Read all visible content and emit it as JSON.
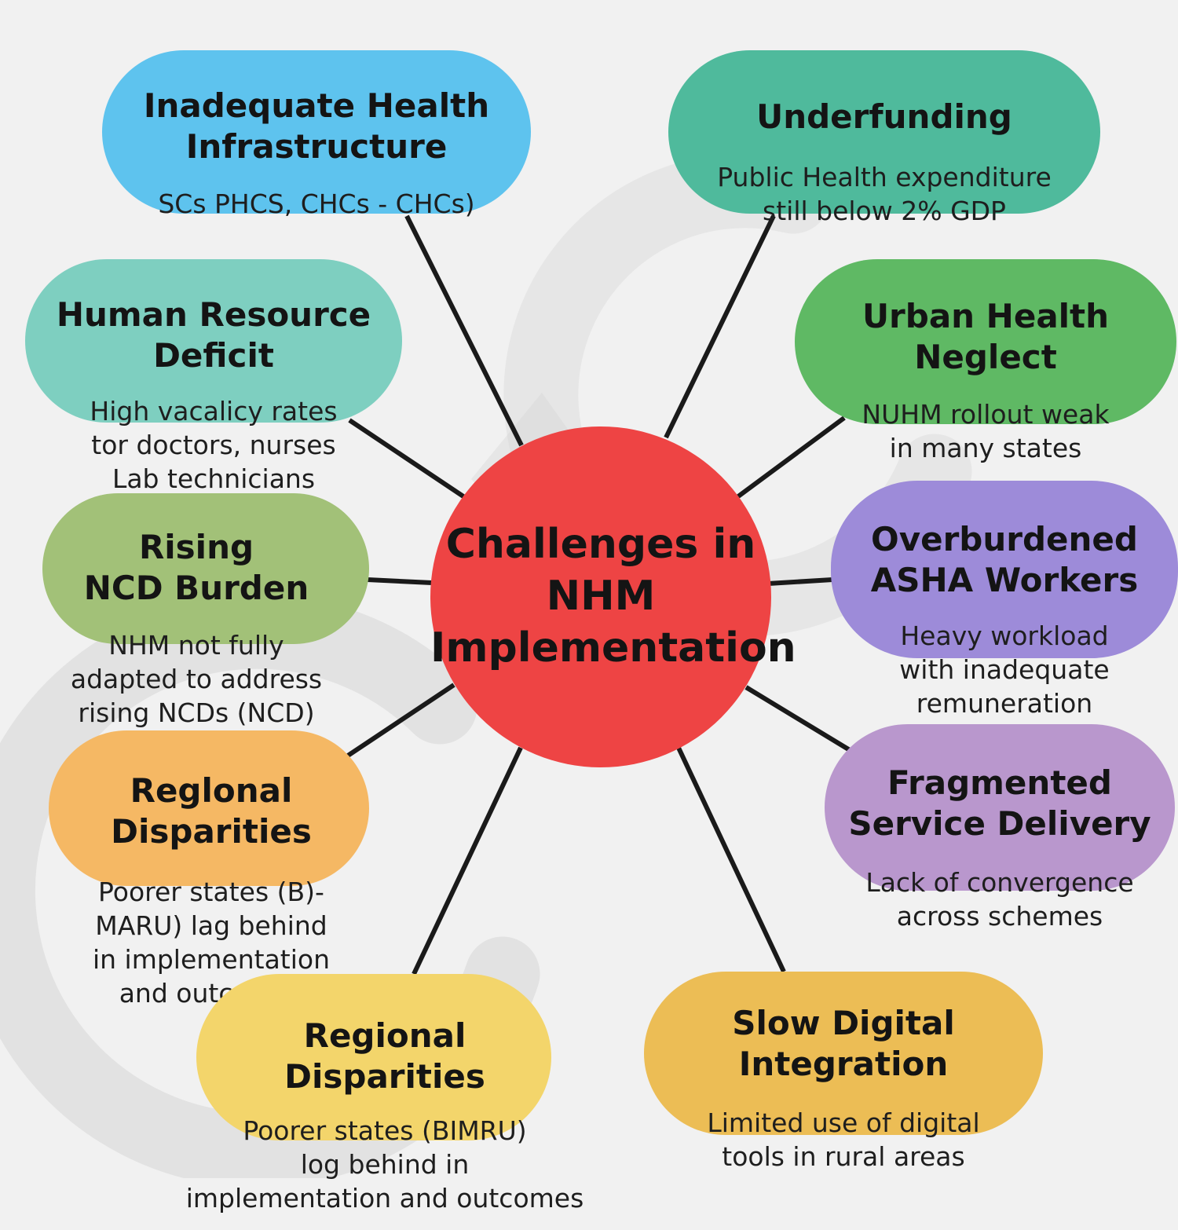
{
  "colors": {
    "background": "#f1f1f1",
    "center": "#ee4444",
    "connector": "#1a1a1a"
  },
  "center": {
    "title": "Challenges in\nNHM\nImplementation"
  },
  "nodes": [
    {
      "id": "infrastructure",
      "title": "Inadequate Health\nInfrastructure",
      "desc": "SCs PHCS, CHCs - CHCs)",
      "color": "#5ec3ee"
    },
    {
      "id": "underfunding",
      "title": "Underfunding",
      "desc": "Public Health expenditure\nstill below 2% GDP",
      "color": "#4fba9c"
    },
    {
      "id": "human-resource",
      "title": "Human Resource\nDeficit",
      "desc": "High vacalicy rates\ntor doctors, nurses\nLab technicians",
      "color": "#7ecfc0"
    },
    {
      "id": "urban-health",
      "title": "Urban Health\nNeglect",
      "desc": "NUHM rollout weak\nin many states",
      "color": "#5fb964"
    },
    {
      "id": "ncd-burden",
      "title": "Rising\nNCD Burden",
      "desc": "NHM not fully\nadapted to address\nrising NCDs (NCD)",
      "color": "#a2c178"
    },
    {
      "id": "asha-workers",
      "title": "Overburdened\nASHA Workers",
      "desc": "Heavy workload\nwith inadequate\nremuneration",
      "color": "#9d8bd9"
    },
    {
      "id": "regional-1",
      "title": "Reglonal\nDisparities",
      "desc": "Poorer states (B)-\nMARU) lag behind\nin implementation\nand outcomes",
      "color": "#f5b864"
    },
    {
      "id": "fragmented",
      "title": "Fragmented\nService Delivery",
      "desc": "Lack of convergence\nacross schemes",
      "color": "#b997cd"
    },
    {
      "id": "regional-2",
      "title": "Regional\nDisparities",
      "desc": "Poorer states (BIMRU)\nlog behind in\nimplementation and outcomes",
      "color": "#f3d56b"
    },
    {
      "id": "digital",
      "title": "Slow Digital\nIntegration",
      "desc": "Limited use of digital\ntools in rural areas",
      "color": "#ecbd55"
    }
  ]
}
